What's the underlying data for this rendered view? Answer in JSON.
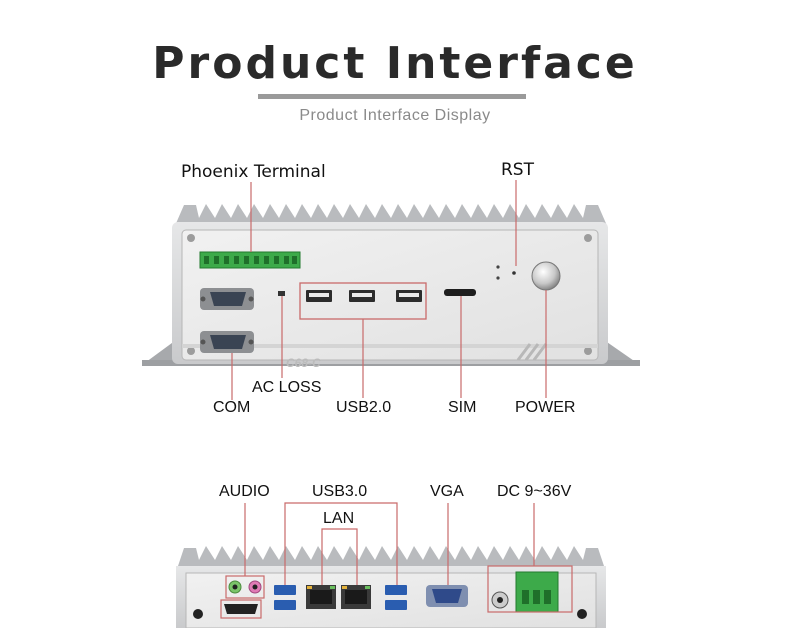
{
  "header": {
    "title": "Product Interface",
    "subtitle": "Product Interface Display"
  },
  "top_panel": {
    "model_text": "C68-C",
    "labels": {
      "phoenix": "Phoenix Terminal",
      "rst": "RST",
      "ac_loss": "AC LOSS",
      "com": "COM",
      "usb2": "USB2.0",
      "sim": "SIM",
      "power": "POWER"
    }
  },
  "bottom_panel": {
    "labels": {
      "audio": "AUDIO",
      "usb3": "USB3.0",
      "lan": "LAN",
      "vga": "VGA",
      "dc": "DC 9~36V"
    }
  },
  "colors": {
    "leader_line": "#c96a6a",
    "chassis": "#d9dadb",
    "terminal_green": "#3daa4a"
  }
}
